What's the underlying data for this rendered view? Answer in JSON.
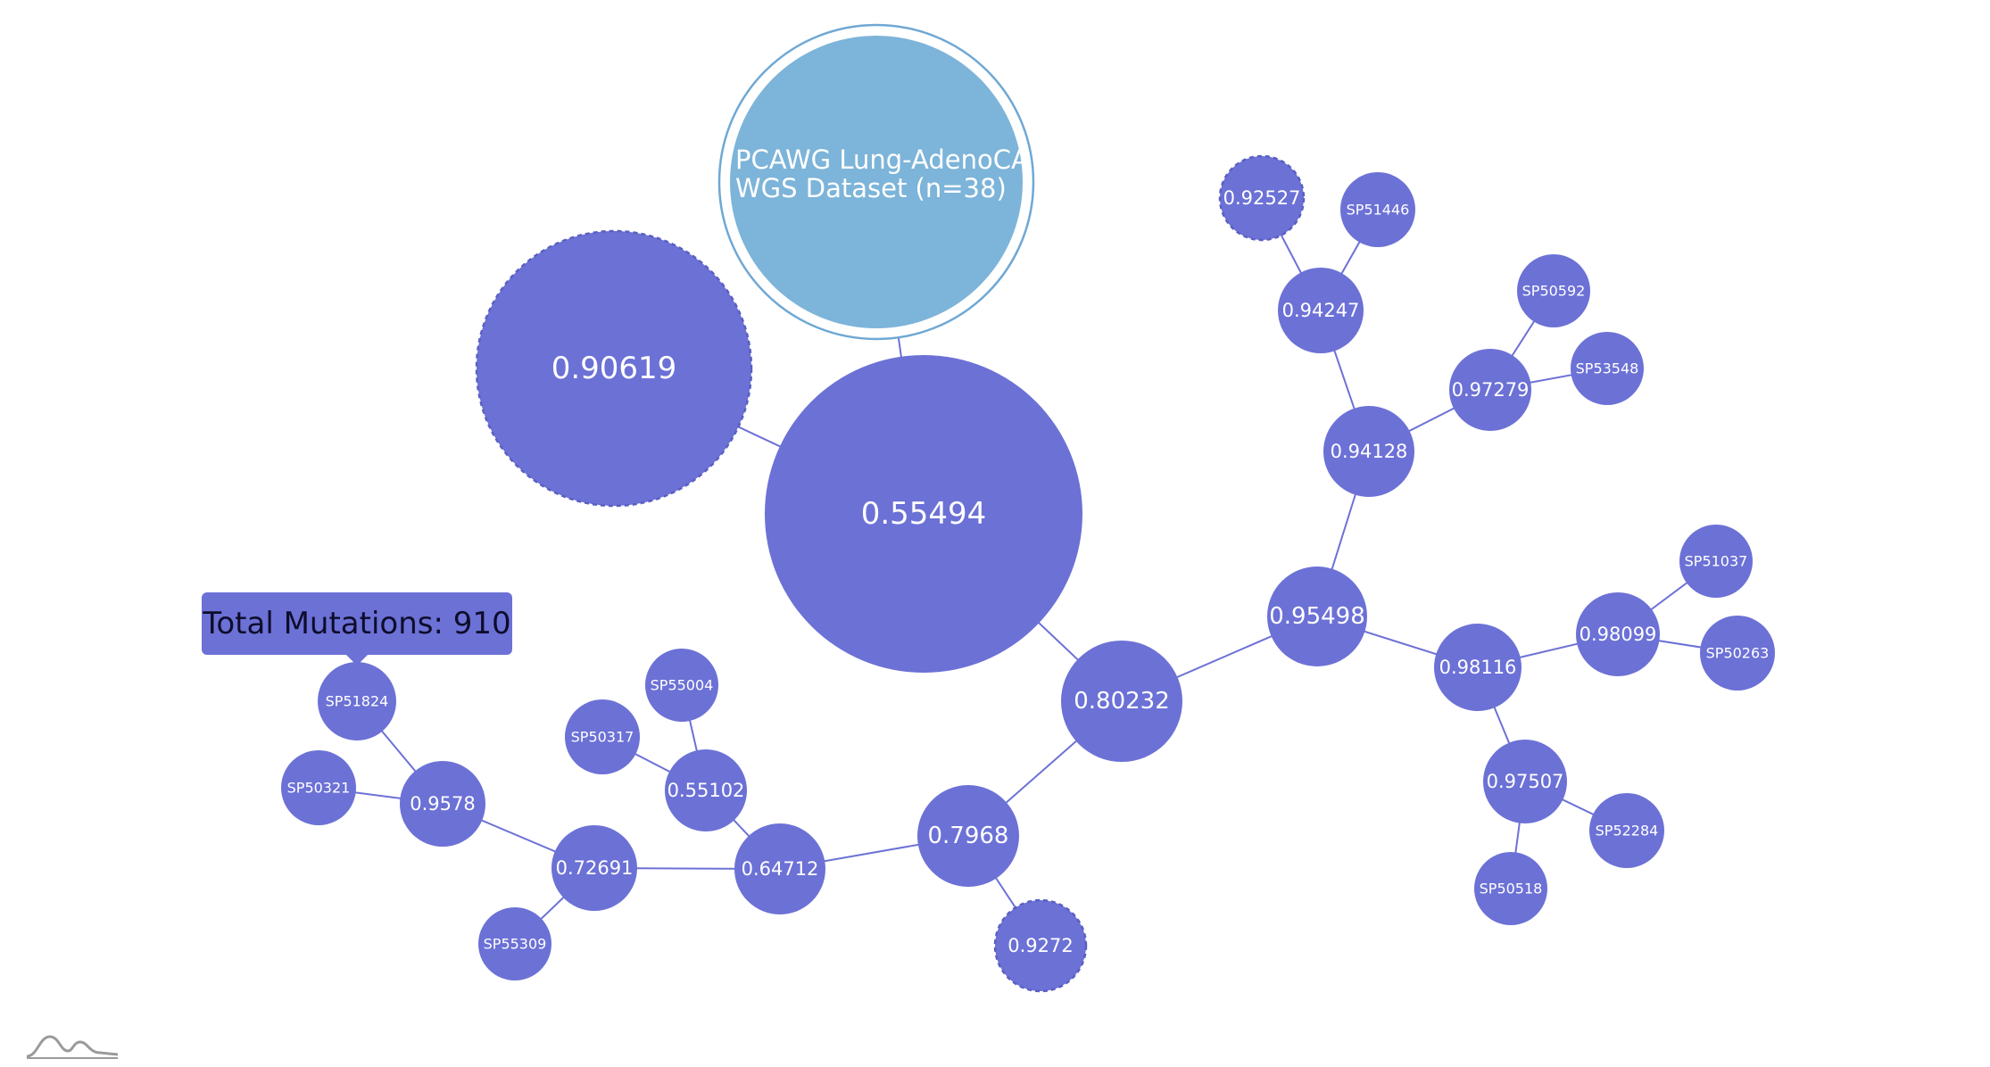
{
  "colors": {
    "node": "#6c71d6",
    "root": "#7db4d9",
    "root_ring": "#6fa8d4",
    "edge": "#6c71d6",
    "label": "#ffffff",
    "tooltip_text": "#0d0d2b",
    "logo": "#9a9a9a"
  },
  "root": {
    "title_line1": "PCAWG Lung-AdenoCA",
    "title_line2": "WGS Dataset (n=38)"
  },
  "tooltip": {
    "text": "Total Mutations: 910"
  },
  "nodes": [
    {
      "id": "n0",
      "label": "0.55494",
      "dashed": false
    },
    {
      "id": "n1",
      "label": "0.90619",
      "dashed": true
    },
    {
      "id": "n2",
      "label": "0.80232",
      "dashed": false
    },
    {
      "id": "n3",
      "label": "0.95498",
      "dashed": false
    },
    {
      "id": "n4",
      "label": "0.94128",
      "dashed": false
    },
    {
      "id": "n5",
      "label": "0.94247",
      "dashed": false
    },
    {
      "id": "n6",
      "label": "0.92527",
      "dashed": true
    },
    {
      "id": "n7",
      "label": "SP51446",
      "dashed": false
    },
    {
      "id": "n8",
      "label": "0.97279",
      "dashed": false
    },
    {
      "id": "n9",
      "label": "SP50592",
      "dashed": false
    },
    {
      "id": "n10",
      "label": "SP53548",
      "dashed": false
    },
    {
      "id": "n11",
      "label": "0.98116",
      "dashed": false
    },
    {
      "id": "n12",
      "label": "0.98099",
      "dashed": false
    },
    {
      "id": "n13",
      "label": "SP51037",
      "dashed": false
    },
    {
      "id": "n14",
      "label": "SP50263",
      "dashed": false
    },
    {
      "id": "n15",
      "label": "0.97507",
      "dashed": false
    },
    {
      "id": "n16",
      "label": "SP52284",
      "dashed": false
    },
    {
      "id": "n17",
      "label": "SP50518",
      "dashed": false
    },
    {
      "id": "n18",
      "label": "0.7968",
      "dashed": false
    },
    {
      "id": "n19",
      "label": "0.9272",
      "dashed": true
    },
    {
      "id": "n20",
      "label": "0.64712",
      "dashed": false
    },
    {
      "id": "n21",
      "label": "0.55102",
      "dashed": false
    },
    {
      "id": "n22",
      "label": "SP55004",
      "dashed": false
    },
    {
      "id": "n23",
      "label": "SP50317",
      "dashed": false
    },
    {
      "id": "n24",
      "label": "0.72691",
      "dashed": false
    },
    {
      "id": "n25",
      "label": "SP55309",
      "dashed": false
    },
    {
      "id": "n26",
      "label": "0.9578",
      "dashed": false
    },
    {
      "id": "n27",
      "label": "SP50321",
      "dashed": false
    },
    {
      "id": "n28",
      "label": "SP51824",
      "dashed": false
    }
  ],
  "edges": [
    [
      "root",
      "n0"
    ],
    [
      "n0",
      "n1"
    ],
    [
      "n0",
      "n2"
    ],
    [
      "n2",
      "n3"
    ],
    [
      "n3",
      "n4"
    ],
    [
      "n4",
      "n5"
    ],
    [
      "n5",
      "n6"
    ],
    [
      "n5",
      "n7"
    ],
    [
      "n4",
      "n8"
    ],
    [
      "n8",
      "n9"
    ],
    [
      "n8",
      "n10"
    ],
    [
      "n3",
      "n11"
    ],
    [
      "n11",
      "n12"
    ],
    [
      "n12",
      "n13"
    ],
    [
      "n12",
      "n14"
    ],
    [
      "n11",
      "n15"
    ],
    [
      "n15",
      "n16"
    ],
    [
      "n15",
      "n17"
    ],
    [
      "n2",
      "n18"
    ],
    [
      "n18",
      "n19"
    ],
    [
      "n18",
      "n20"
    ],
    [
      "n20",
      "n21"
    ],
    [
      "n21",
      "n22"
    ],
    [
      "n21",
      "n23"
    ],
    [
      "n20",
      "n24"
    ],
    [
      "n24",
      "n25"
    ],
    [
      "n24",
      "n26"
    ],
    [
      "n26",
      "n27"
    ],
    [
      "n26",
      "n28"
    ]
  ]
}
